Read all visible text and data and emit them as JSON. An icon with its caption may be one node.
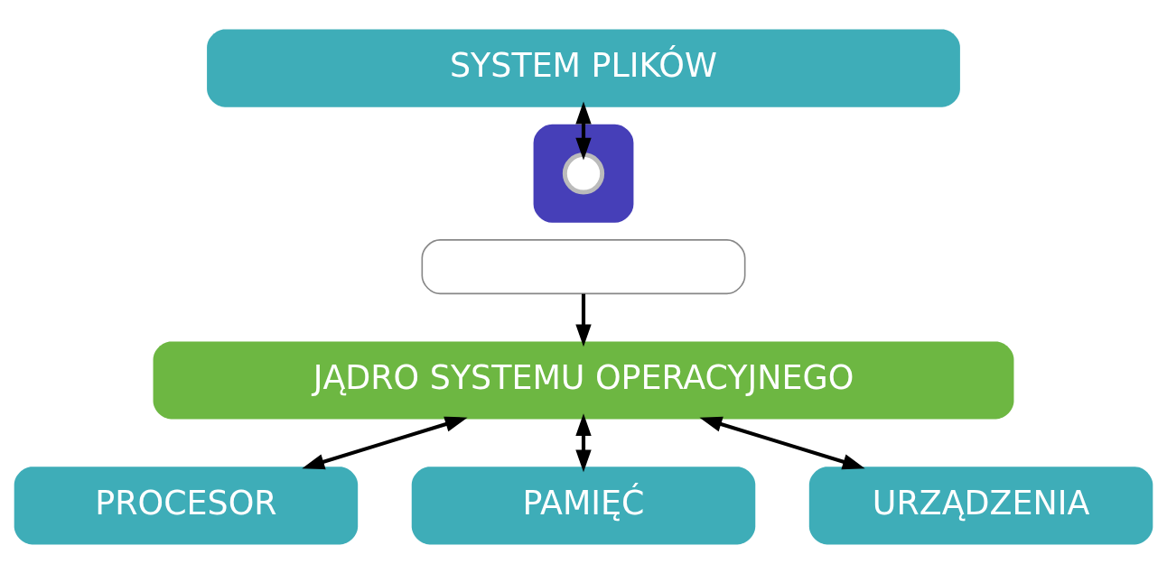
{
  "diagram": {
    "nodes": [
      {
        "text": [
          "SYSTEM PLIKÓW"
        ]
      },
      {
        "text": [],
        "shape": "box"
      },
      {
        "text": [],
        "shape": "circle",
        "in": 1
      },
      {
        "text": [],
        "shape": "box"
      },
      {
        "text": [
          "JĄDRO SYSTEMU OPERACYJNEGO"
        ]
      },
      {
        "text": [
          "PROCESOR"
        ]
      },
      {
        "text": [
          "PAMIĘĆ"
        ]
      },
      {
        "text": [
          "URZĄDZENIA"
        ]
      }
    ],
    "edges": [
      {
        "from": 0,
        "to": 2,
        "arrow": "both"
      },
      {
        "from": 3,
        "to": 4,
        "arrow": "to"
      },
      {
        "from": 4,
        "to": 5,
        "arrow": "both"
      },
      {
        "from": 4,
        "to": 6,
        "arrow": "both"
      },
      {
        "from": 4,
        "to": 7,
        "arrow": "both"
      }
    ]
  }
}
